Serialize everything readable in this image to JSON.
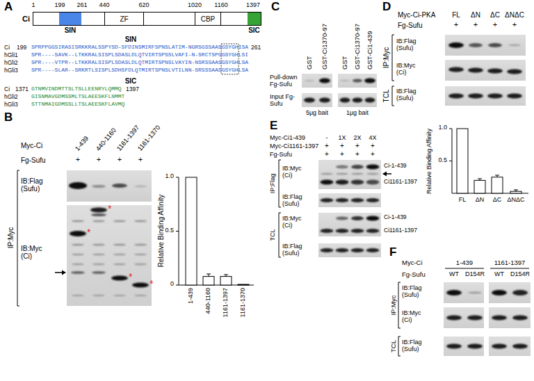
{
  "diagram": {
    "nodes": [
      {
        "text": [
          "Ci"
        ]
      },
      {
        "text": [
          "SIN"
        ],
        "in": 0
      },
      {
        "text": [
          "ZF"
        ],
        "in": 0
      },
      {
        "text": [
          "CBP"
        ],
        "in": 0
      },
      {
        "text": [
          "SIC"
        ],
        "in": 0
      }
    ],
    "labels": [
      "A",
      "1",
      "199",
      "261",
      "440",
      "620",
      "1020",
      "1160",
      "1397",
      "SIN",
      "Ci",
      "199",
      "SPRPPGGSIRASISRKKRALSSPYSD-SFDINSMIRFSPNSLATIM-NGRSGSSAASGSYGHISA",
      "261",
      "hGli1",
      "SPR----SAVK--LTKKRALSISPLSDASLDLQTVIRTSPSSLVAFI-N-SRCTSPGGSYGHLSI",
      "hGli2",
      "SPR----VTPR--LTKKRALSISPLSDASLDLQTMIRTSPNSLVAYIN-NSRSSAASGSYGHLSA",
      "hGli3",
      "SPR----SLAR--SRKRTLSISPLSDHSFDLQTMIRTSPNSLVTILNN-SRSSSAASGSYGHLSA",
      "SIC",
      "Ci",
      "1371",
      "GTNMVINDMTTSLTSLLEENRYLQMMQ",
      "1397",
      "hGli2",
      "GISNMAVGDMSSMLTSLAEESKFLNMMT",
      "hGli3",
      "STTNMAIGDMSSLLTSLAEESKFLAVMQ",
      "B",
      "Myc-Ci",
      "1-439",
      "440-1160",
      "1161-1397",
      "1161-1370",
      "Fg-Sufu",
      "+",
      "+",
      "+",
      "+",
      "IP:Myc",
      "IB:Flag (Sufu)",
      "IB:Myc (Ci)",
      "*",
      "*",
      "*",
      "*",
      "1.0",
      "0.5",
      "0",
      "1-439",
      "440-1160",
      "1161-1397",
      "1161-1370",
      "Relative Binding Affinity",
      "C",
      "GST",
      "GST-Ci1370-97",
      "GST",
      "GST-Ci1370-97",
      "GST-Ci1-439",
      "Pull-down Fg-Sufu",
      "Input Fg-Sufu",
      "5μg bait",
      "1μg bait",
      "D",
      "Myc-Ci-PKA",
      "FL",
      "ΔN",
      "ΔC",
      "ΔNΔC",
      "Fg-Sufu",
      "+",
      "+",
      "+",
      "+",
      "IP:Myc",
      "IB:Flag (Sufu)",
      "IB:Myc (Ci)",
      "TCL",
      "IB:Flag (Sufu)",
      "1.0",
      "0.5",
      "FL",
      "ΔN",
      "ΔC",
      "ΔNΔC",
      "Relative Binding Affinity",
      "E",
      "Myc-Ci1-439",
      "-",
      "1X",
      "2X",
      "4X",
      "Myc-Ci1161-1397",
      "+",
      "+",
      "+",
      "+",
      "Fg-Sufu",
      "+",
      "+",
      "+",
      "+",
      "IP:Flag",
      "IB:Myc (Ci)",
      "Ci-1-439",
      "Ci1161-1397",
      "IB:Flag (Sufu)",
      "TCL",
      "IB:Myc (Ci)",
      "Ci-1-439",
      "Ci1161-1397",
      "IB:Flag (Sufu)",
      "F",
      "Myc-Ci",
      "1-439",
      "1161-1397",
      "Fg-Sufu",
      "WT",
      "D154R",
      "WT",
      "D154R",
      "IP:Myc",
      "IB:Flag (Sufu)",
      "IB:Myc (Ci)",
      "TCL",
      "IB:Flag (Sufu)"
    ]
  }
}
